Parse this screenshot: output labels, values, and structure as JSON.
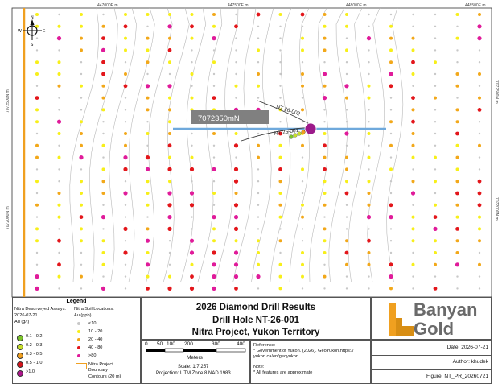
{
  "map": {
    "coords_top": [
      "447000E m",
      "447500E m",
      "448000E m",
      "448500E m"
    ],
    "coords_left": [
      "7072500N m",
      "7072000N m"
    ],
    "coords_right": [
      "7072500N m",
      "7072000N m"
    ],
    "north_arrow": {
      "n": "N",
      "s": "S",
      "e": "E",
      "w": "W"
    },
    "label_box": "7072350mN",
    "drill_holes": [
      "NT-26-002",
      "NT-26-001"
    ]
  },
  "legend": {
    "title": "Legend",
    "assay_header": "Nitra Desurveyed Assays:",
    "assay_date": "2026-07-21",
    "assay_unit": "Au (g/t)",
    "assay_items": [
      {
        "label": "0.1 - 0.2",
        "color": "#7cc52b"
      },
      {
        "label": "0.2 - 0.3",
        "color": "#c7de2a"
      },
      {
        "label": "0.3 - 0.5",
        "color": "#f0a020"
      },
      {
        "label": "0.5 - 1.0",
        "color": "#d8141c"
      },
      {
        "label": ">1.0",
        "color": "#b0168e"
      }
    ],
    "soil_header": "Nitra Soil Locations:",
    "soil_unit": "Au (ppb)",
    "soil_items": [
      {
        "label": "<10",
        "color": "#c8c8c8"
      },
      {
        "label": "10 - 20",
        "color": "#f7ef1a"
      },
      {
        "label": "20 - 40",
        "color": "#f2a81a"
      },
      {
        "label": "40 - 80",
        "color": "#e3161b"
      },
      {
        "label": ">80",
        "color": "#e01b9a"
      }
    ],
    "boundary_label": [
      "Nitra Project",
      "Boundary"
    ],
    "contours_label": "Contours (20 m)"
  },
  "title_block": {
    "line1": "2026 Diamond Drill Results",
    "line2": "Drill Hole NT-26-001",
    "line3": "Nitra Project, Yukon Territory"
  },
  "scale": {
    "ticks": [
      "0",
      "50",
      "100",
      "200",
      "300",
      "400"
    ],
    "unit": "Meters",
    "ratio": "Scale: 1:7,257",
    "projection": "Projection: UTM Zone 8 NAD 1983"
  },
  "reference": {
    "label": "Reference:",
    "lines": [
      "* Government of Yukon. (2026). GeoYukon.https://",
      "yukon.ca/en/geoyukon"
    ],
    "note_label": "Note:",
    "note": "* All features are approximate"
  },
  "logo": {
    "line1": "Banyan",
    "line2": "Gold"
  },
  "info": {
    "date": "Date: 2026-07-21",
    "author": "Author: khudek",
    "figure": "Figure: NT_PR_20260721"
  },
  "colors": {
    "section_line": "#6fa9dc",
    "boundary": "#f0a020",
    "contour": "#b9b9b9"
  }
}
